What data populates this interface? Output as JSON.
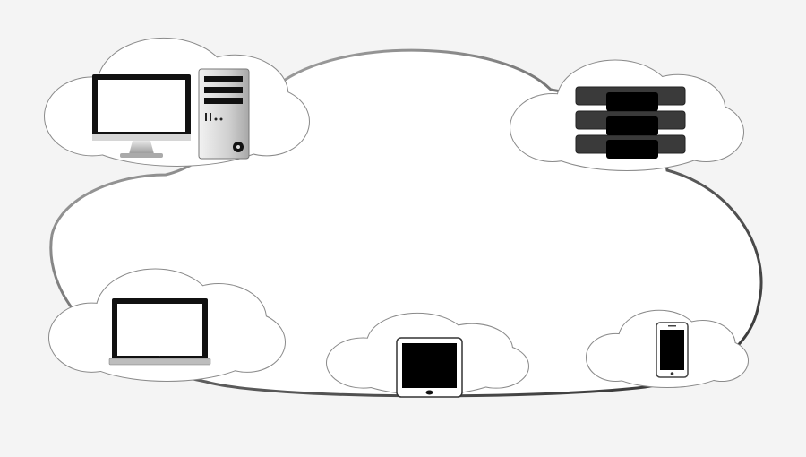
{
  "colors": {
    "background": "#f4f4f4",
    "cloud_fill": "#ffffff",
    "cloud_stroke": "#8a8a8a",
    "main_cloud_stroke": "#555555",
    "device_dark": "#111111",
    "device_gray": "#c8c8c8"
  },
  "diagram": {
    "main_cloud": "cloud-icon",
    "devices": [
      {
        "name": "desktop-computer",
        "icon": "desktop-monitor-icon"
      },
      {
        "name": "tower-pc",
        "icon": "tower-case-icon"
      },
      {
        "name": "server-rack",
        "icon": "server-icon"
      },
      {
        "name": "laptop",
        "icon": "laptop-icon"
      },
      {
        "name": "tablet",
        "icon": "tablet-icon"
      },
      {
        "name": "smartphone",
        "icon": "smartphone-icon"
      }
    ]
  }
}
